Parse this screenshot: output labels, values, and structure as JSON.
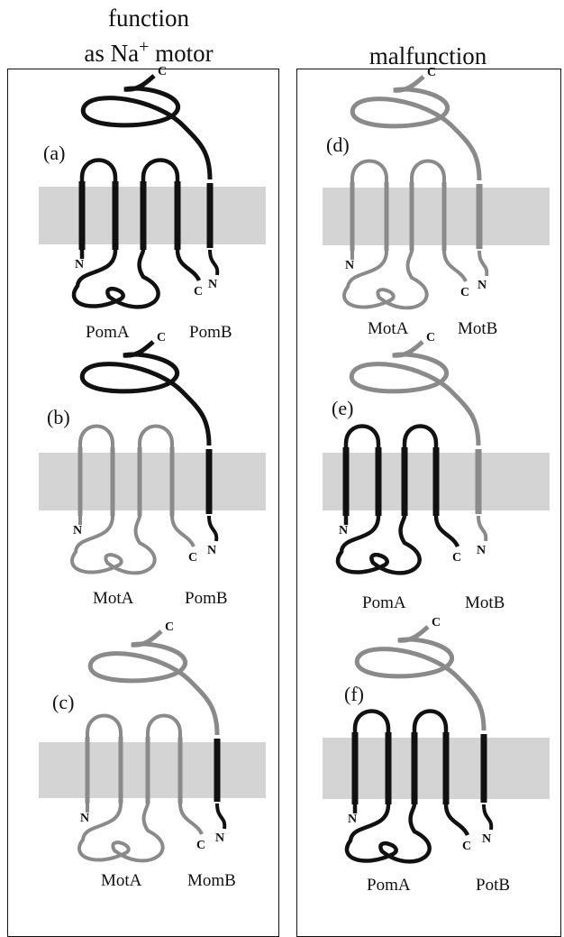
{
  "header": {
    "left_line1": "function",
    "left_line2": "as Na",
    "left_sup": "+",
    "left_line2b": " motor",
    "right": "malfunction"
  },
  "terminal_c": "C",
  "terminal_n": "N",
  "colors": {
    "pom_dark": "#111111",
    "mot_gray": "#8a8a8a",
    "membrane": "#d4d4d4"
  },
  "panels": [
    {
      "label": "(a)",
      "left_name": "PomA",
      "right_name": "PomB",
      "a_style": "dark",
      "b_style": "dark"
    },
    {
      "label": "(b)",
      "left_name": "MotA",
      "right_name": "PomB",
      "a_style": "gray",
      "b_style": "dark"
    },
    {
      "label": "(c)",
      "left_name": "MotA",
      "right_name": "MomB",
      "a_style": "gray",
      "b_style": "mixed"
    },
    {
      "label": "(d)",
      "left_name": "MotA",
      "right_name": "MotB",
      "a_style": "gray",
      "b_style": "gray"
    },
    {
      "label": "(e)",
      "left_name": "PomA",
      "right_name": "MotB",
      "a_style": "dark",
      "b_style": "gray"
    },
    {
      "label": "(f)",
      "left_name": "PomA",
      "right_name": "PotB",
      "a_style": "dark",
      "b_style": "mixed"
    }
  ]
}
